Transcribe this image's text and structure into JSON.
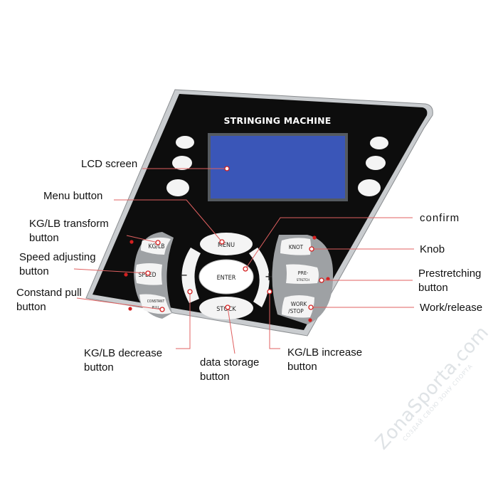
{
  "panel": {
    "title": "STRINGING MACHINE",
    "lcd_color": "#3a56b8",
    "led_color": "#d42020",
    "buttons": {
      "menu": "MENU",
      "enter": "ENTER",
      "stock": "STOCK",
      "minus": "−",
      "plus": "+",
      "kglb": "KG/LB",
      "speed": "SPEED",
      "constant_line1": "CONSTANT",
      "constant_line2": "PULL",
      "knot": "KNOT",
      "pre_line1": "PRE-",
      "pre_line2": "STRETCH",
      "work_line1": "WORK",
      "work_line2": "/STOP"
    }
  },
  "annotations": {
    "lcd": "LCD screen",
    "menu": "Menu button",
    "kglb_transform": "KG/LB transform button",
    "speed": "Speed adjusting button",
    "constant": "Constand pull button",
    "kglb_decrease": "KG/LB decrease button",
    "stock": "data storage button",
    "kglb_increase": "KG/LB increase button",
    "confirm": "confirm",
    "knob": "Knob",
    "prestretch": "Prestretching button",
    "work": "Work/release"
  },
  "watermark": {
    "main": "ZonaSporta.com",
    "sub": "СОЗДАЙ СВОЮ ЗОНУ СПОРТА"
  }
}
